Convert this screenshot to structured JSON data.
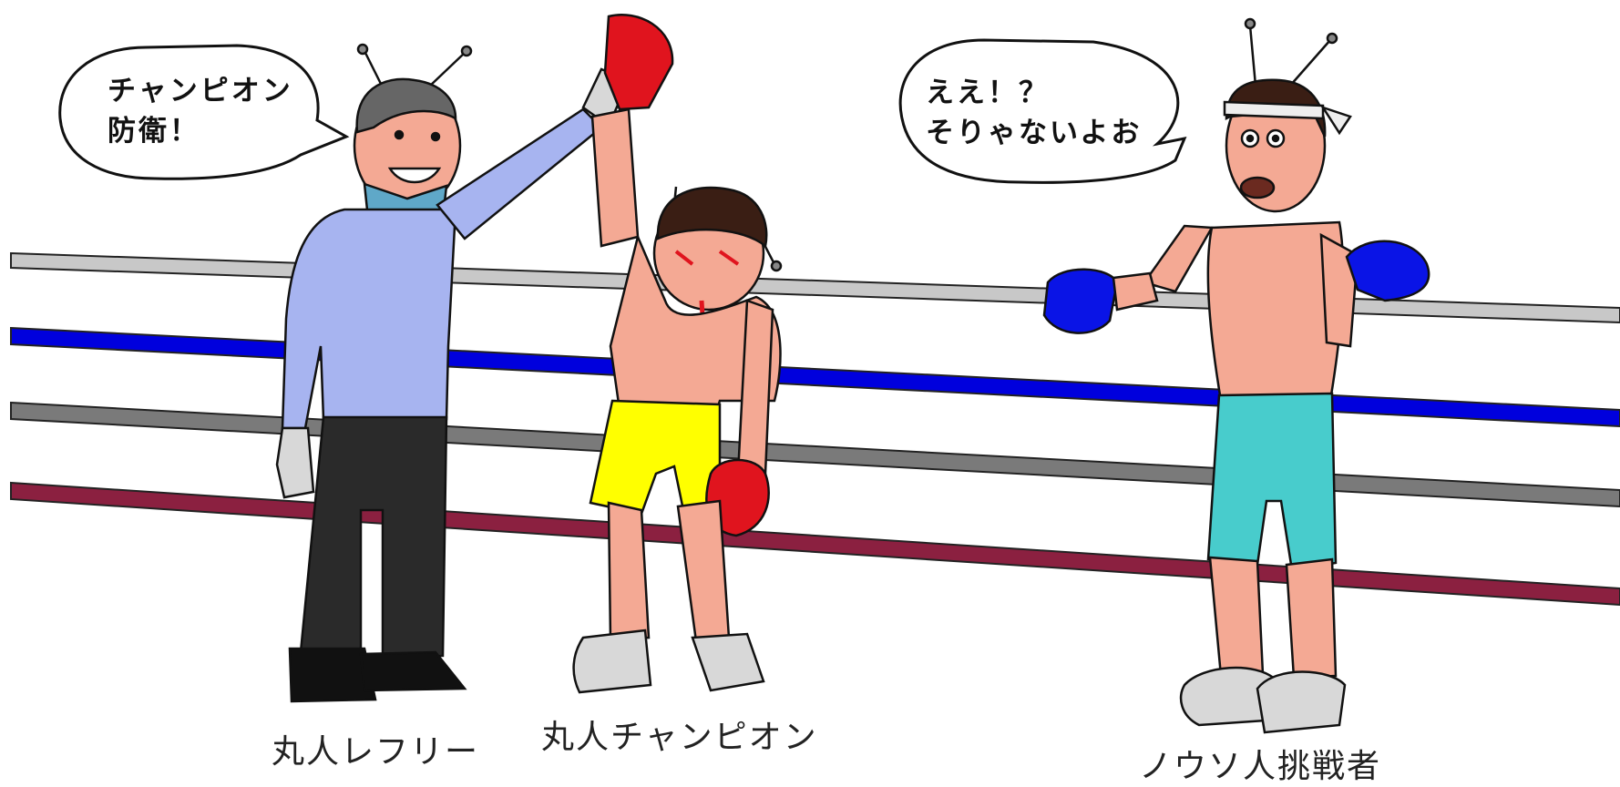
{
  "bubbles": {
    "referee": {
      "line1": "チャンピオン",
      "line2": "防衛！"
    },
    "challenger": {
      "line1": "ええ！？",
      "line2": "そりゃないよお"
    }
  },
  "captions": {
    "referee": "丸人レフリー",
    "champion": "丸人チャンピオン",
    "challenger": "ノウソ人挑戦者"
  },
  "colors": {
    "rope_top": "#c8c8c8",
    "rope_blue": "#0000dd",
    "rope_gray": "#7a7a7a",
    "rope_maroon": "#8b2040",
    "referee_shirt": "#a7b4f0",
    "referee_pants": "#2a2a2a",
    "champion_trunks": "#ffff00",
    "champion_gloves": "#e0141e",
    "challenger_trunks": "#48cccc",
    "challenger_gloves": "#0a14e6",
    "skin": "#f4a994"
  }
}
